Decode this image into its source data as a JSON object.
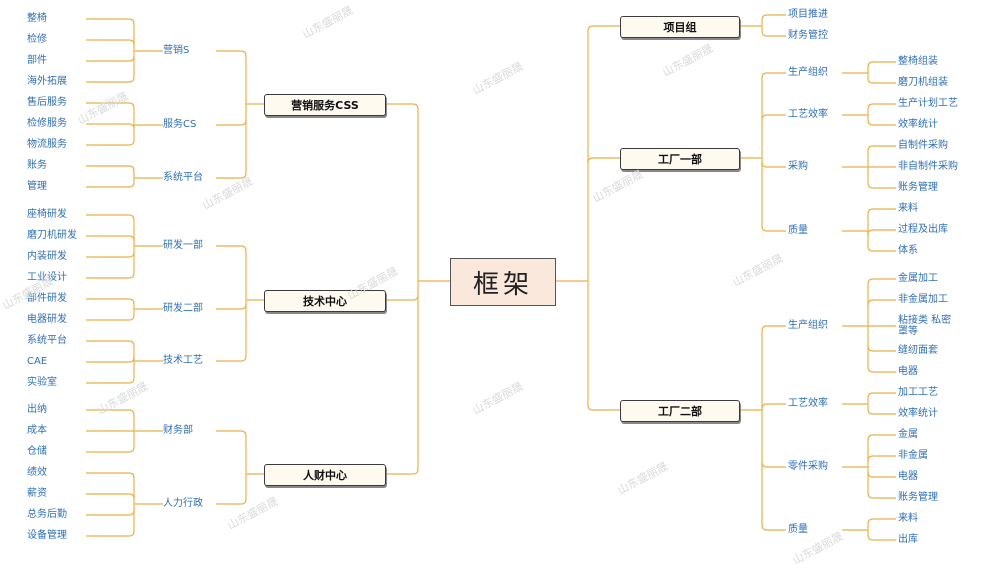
{
  "root": "框架",
  "watermark": "山东盛丽晟",
  "left": [
    {
      "label": "营销服务CSS",
      "groups": [
        {
          "label": "营销S",
          "items": [
            "整椅",
            "检修",
            "部件",
            "海外拓展"
          ]
        },
        {
          "label": "服务CS",
          "items": [
            "售后服务",
            "检修服务",
            "物流服务"
          ]
        },
        {
          "label": "系统平台",
          "items": [
            "账务",
            "管理"
          ]
        }
      ]
    },
    {
      "label": "技术中心",
      "groups": [
        {
          "label": "研发一部",
          "items": [
            "座椅研发",
            "磨刀机研发",
            "内装研发",
            "工业设计"
          ]
        },
        {
          "label": "研发二部",
          "items": [
            "部件研发",
            "电器研发"
          ]
        },
        {
          "label": "技术工艺",
          "items": [
            "系统平台",
            "CAE",
            "实验室"
          ]
        }
      ]
    },
    {
      "label": "人财中心",
      "groups": [
        {
          "label": "财务部",
          "items": [
            "出纳",
            "成本",
            "仓储"
          ]
        },
        {
          "label": "人力行政",
          "items": [
            "绩效",
            "薪资",
            "总务后勤",
            "设备管理"
          ]
        }
      ]
    }
  ],
  "right": [
    {
      "label": "项目组",
      "items": [
        "项目推进",
        "财务管控"
      ]
    },
    {
      "label": "工厂一部",
      "groups": [
        {
          "label": "生产组织",
          "items": [
            "整椅组装",
            "磨刀机组装"
          ]
        },
        {
          "label": "工艺效率",
          "items": [
            "生产计划工艺",
            "效率统计"
          ]
        },
        {
          "label": "采购",
          "items": [
            "自制件采购",
            "非自制件采购",
            "账务管理"
          ]
        },
        {
          "label": "质量",
          "items": [
            "来料",
            "过程及出库",
            "体系"
          ]
        }
      ]
    },
    {
      "label": "工厂二部",
      "groups": [
        {
          "label": "生产组织",
          "items": [
            "金属加工",
            "非金属加工",
            "粘接类 私密罩等",
            "缝纫面套",
            "电器"
          ]
        },
        {
          "label": "工艺效率",
          "items": [
            "加工工艺",
            "效率统计"
          ]
        },
        {
          "label": "零件采购",
          "items": [
            "金属",
            "非金属",
            "电器",
            "账务管理"
          ]
        },
        {
          "label": "质量",
          "items": [
            "来料",
            "出库"
          ]
        }
      ]
    }
  ]
}
